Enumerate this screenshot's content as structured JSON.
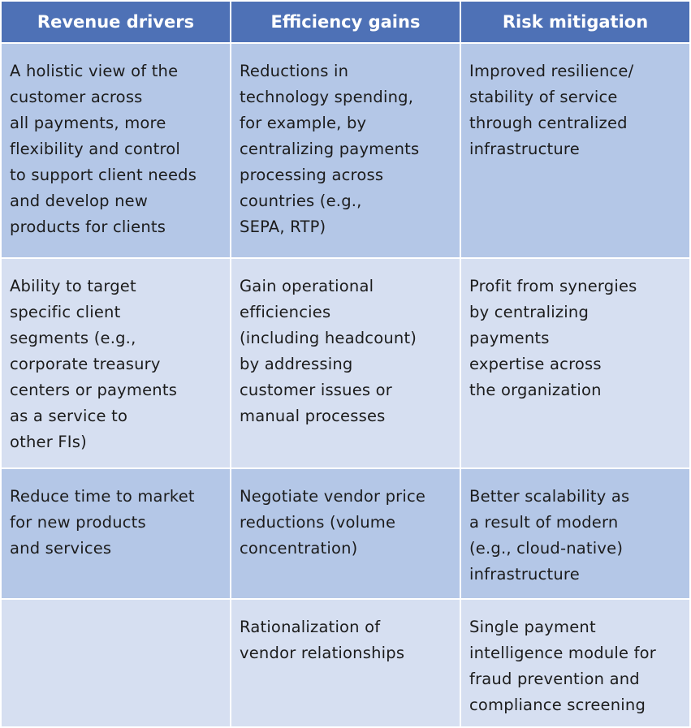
{
  "headers": [
    "Revenue drivers",
    "Efficiency gains",
    "Risk mitigation"
  ],
  "rows": [
    [
      [
        "A holistic view of the",
        "customer across",
        "all payments, more",
        "flexibility and control",
        "to support client needs",
        "and develop new",
        "products for clients"
      ],
      [
        "Reductions in",
        "technology spending,",
        "for example, by",
        "centralizing payments",
        "processing across",
        "countries (e.g.,",
        "SEPA, RTP)"
      ],
      [
        "Improved resilience/",
        "stability of service",
        "through centralized",
        "infrastructure"
      ]
    ],
    [
      [
        "Ability to target",
        "specific client",
        "segments (e.g.,",
        "corporate treasury",
        "centers or payments",
        "as a service to",
        "other FIs)"
      ],
      [
        "Gain operational",
        "efficiencies",
        "(including headcount)",
        "by addressing",
        "customer issues or",
        "manual processes"
      ],
      [
        "Profit from synergies",
        "by centralizing",
        "payments",
        "expertise across",
        "the organization"
      ]
    ],
    [
      [
        "Reduce time to market",
        "for new products",
        "and services"
      ],
      [
        "Negotiate vendor price",
        "reductions (volume",
        "concentration)"
      ],
      [
        "Better scalability as",
        "a result of modern",
        "(e.g., cloud-native)",
        "infrastructure"
      ]
    ],
    [
      [],
      [
        "Rationalization of",
        "vendor relationships"
      ],
      [
        "Single payment",
        "intelligence module for",
        "fraud prevention and",
        "compliance screening"
      ]
    ]
  ]
}
